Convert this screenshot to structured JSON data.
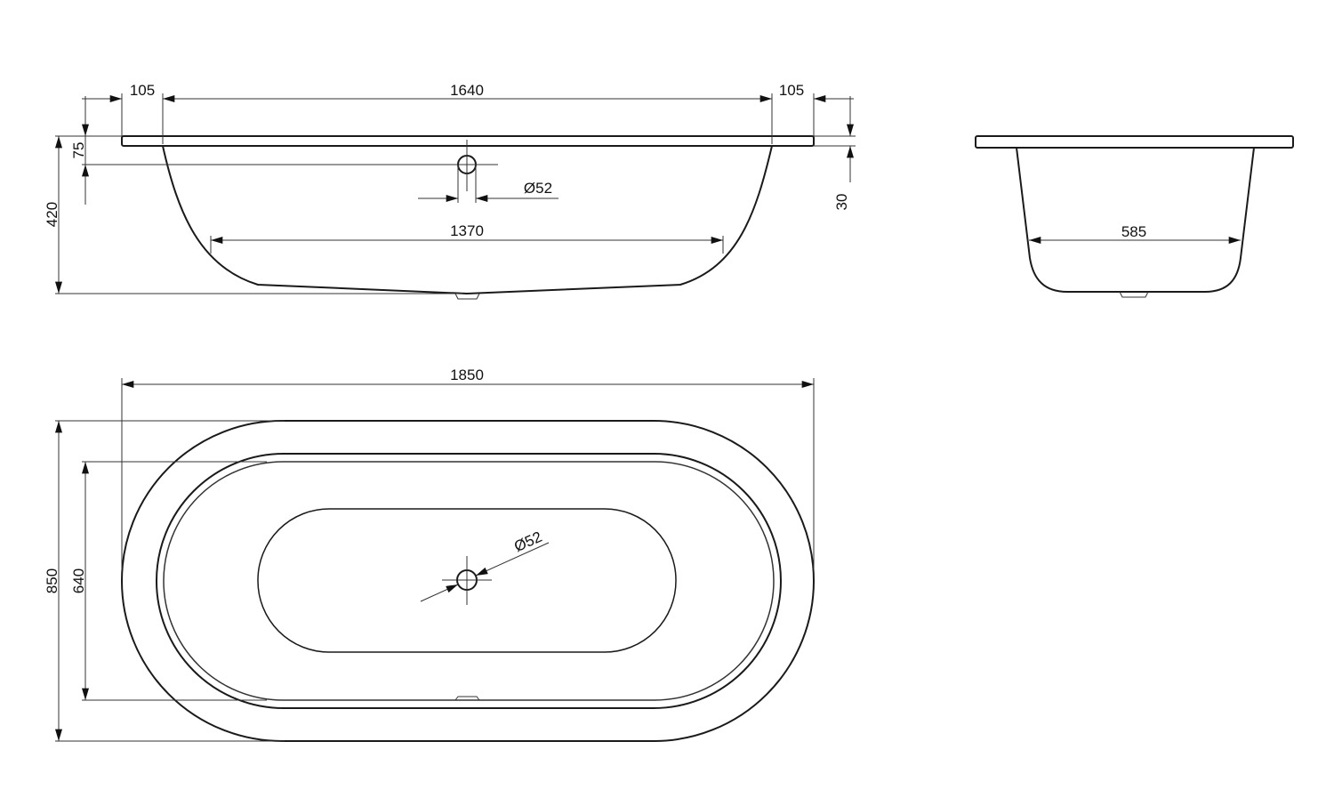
{
  "side_view": {
    "rim_left": "105",
    "inner_length": "1640",
    "rim_right": "105",
    "overflow_height": "75",
    "total_height": "420",
    "overflow_diameter": "Ø52",
    "bottom_length": "1370",
    "rim_thickness": "30"
  },
  "end_view": {
    "bottom_width": "585"
  },
  "plan_view": {
    "total_length": "1850",
    "total_width": "850",
    "inner_width": "640",
    "drain_diameter": "Ø52"
  }
}
